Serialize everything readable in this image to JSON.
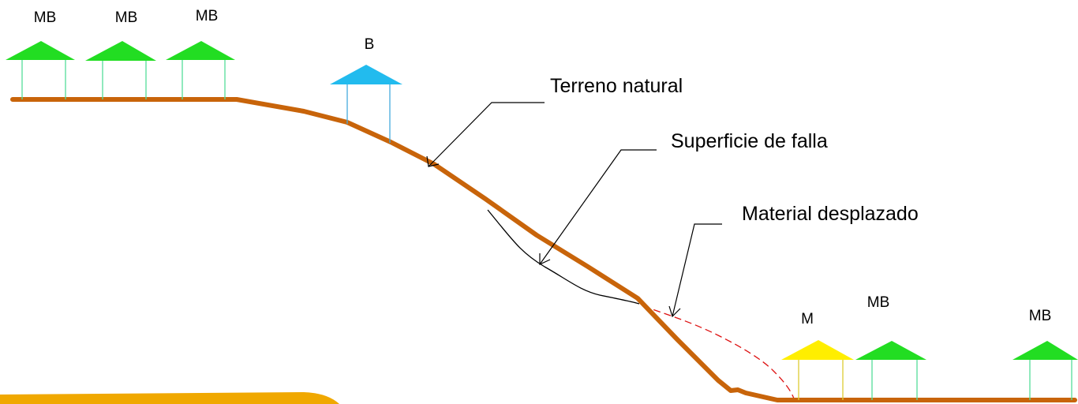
{
  "labels": {
    "terrain": "Terreno natural",
    "failure_surface": "Superficie de falla",
    "displaced_material": "Material desplazado"
  },
  "houses": [
    {
      "id": "top-1",
      "label": "MB",
      "level": "MB",
      "color": "#22dd22"
    },
    {
      "id": "top-2",
      "label": "MB",
      "level": "MB",
      "color": "#22dd22"
    },
    {
      "id": "top-3",
      "label": "MB",
      "level": "MB",
      "color": "#22dd22"
    },
    {
      "id": "slope-1",
      "label": "B",
      "level": "B",
      "color": "#22bbee"
    },
    {
      "id": "bottom-1",
      "label": "M",
      "level": "M",
      "color": "#ffee00"
    },
    {
      "id": "bottom-2",
      "label": "MB",
      "level": "MB",
      "color": "#22dd22"
    },
    {
      "id": "bottom-3",
      "label": "MB",
      "level": "MB",
      "color": "#22dd22"
    }
  ],
  "colors": {
    "terrain": "#c8640a",
    "failure_surface": "#000000",
    "displaced_material": "#dd1111",
    "corner_panel": "#f0a800"
  }
}
